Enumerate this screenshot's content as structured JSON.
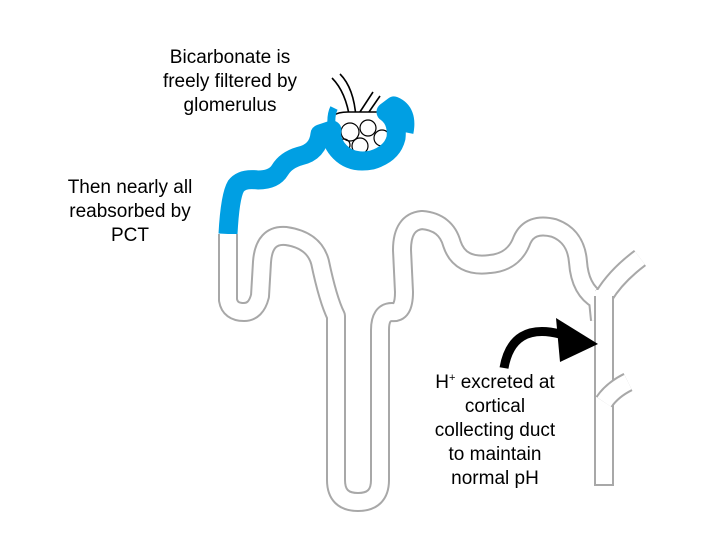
{
  "labels": {
    "filtration": [
      "Bicarbonate is",
      "freely filtered by",
      "glomerulus"
    ],
    "pct": [
      "Then nearly all",
      "reabsorbed by",
      "PCT"
    ],
    "excretion": {
      "ion": "H",
      "charge": "+",
      "line1_rest": " excreted at",
      "lines": [
        "cortical",
        "collecting duct",
        "to maintain",
        "normal pH"
      ]
    }
  },
  "colors": {
    "pct_highlight": "#009fe3",
    "outline": "#000000",
    "tubule_gray": "#a8a8a8",
    "arrow": "#000000"
  },
  "icons": {
    "glomerulus": "glomerulus-icon",
    "arrow": "curved-arrow-icon"
  }
}
